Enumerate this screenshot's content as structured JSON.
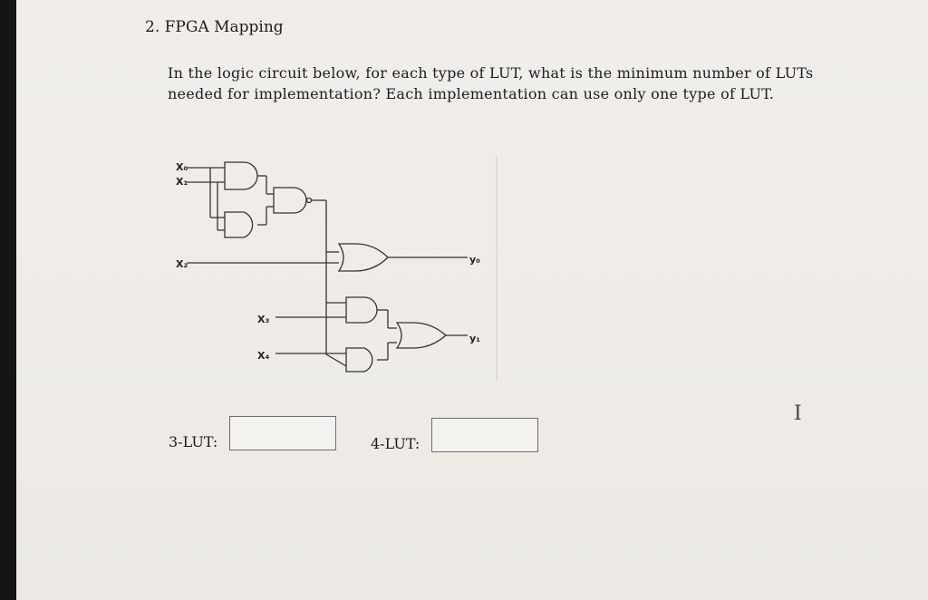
{
  "question": {
    "title": "2. FPGA Mapping",
    "line1": "In the logic circuit below, for each type of LUT, what is the minimum number of LUTs",
    "line2": "needed for implementation? Each implementation can use only one type of LUT."
  },
  "circuit": {
    "inputs": {
      "x0": "X₀",
      "x1": "X₁",
      "x2": "X₂",
      "x3": "X₃",
      "x4": "X₄"
    },
    "outputs": {
      "y0": "y₀",
      "y1": "y₁"
    }
  },
  "answers": {
    "lut3_label": "3-LUT:",
    "lut3_value": "",
    "lut4_label": "4-LUT:",
    "lut4_value": ""
  },
  "cursor": {
    "icon": "text-cursor-icon",
    "glyph": "I"
  }
}
